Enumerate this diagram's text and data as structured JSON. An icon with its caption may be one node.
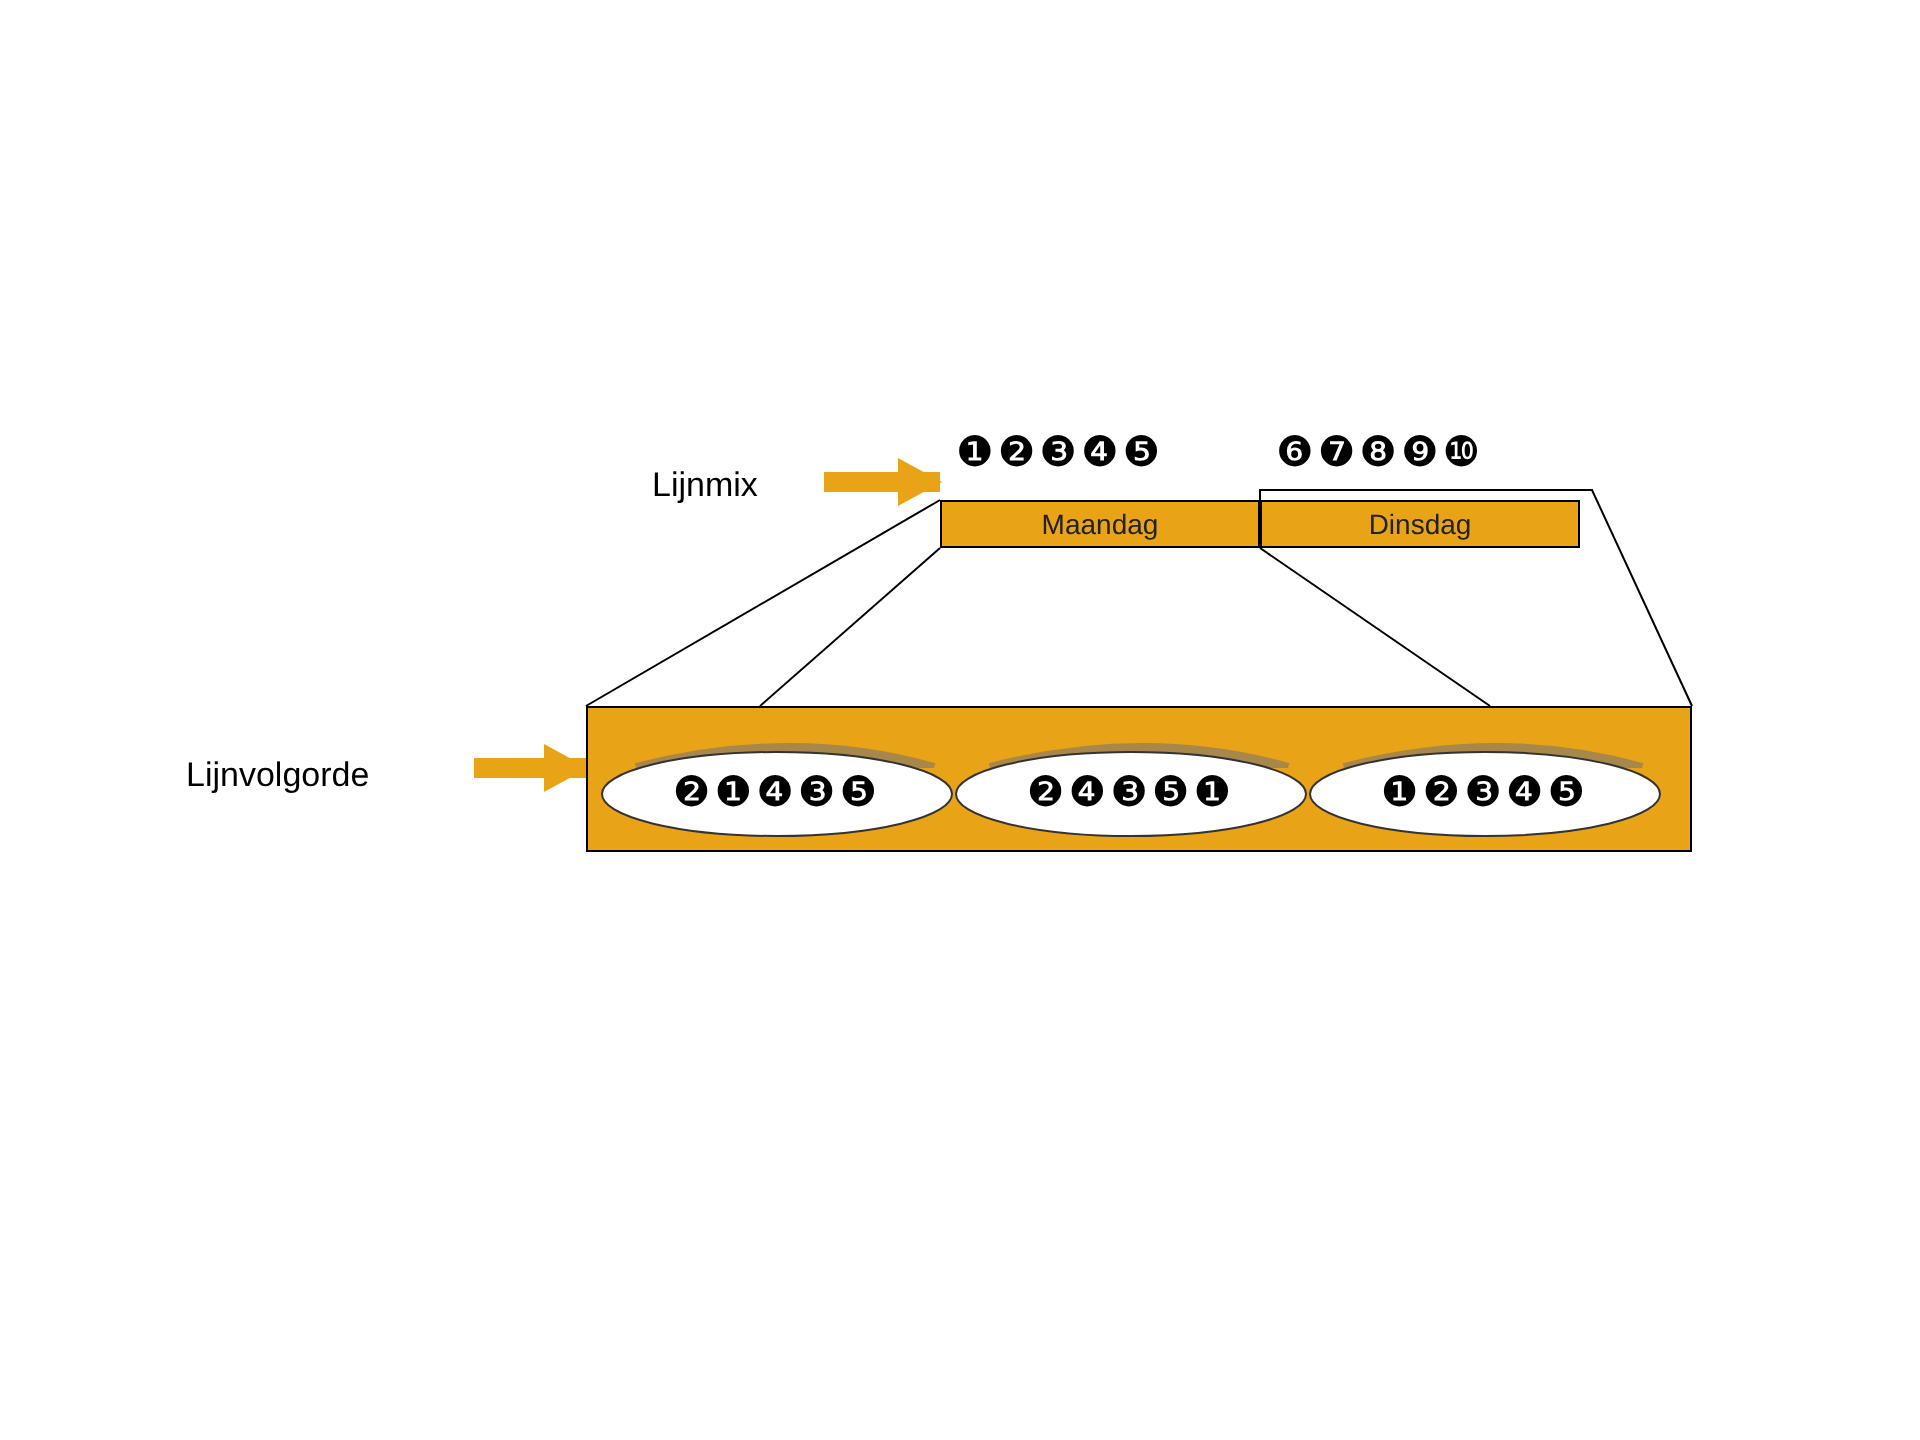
{
  "diagram": {
    "nodes": [
      {
        "text": [
          "Lijnmix"
        ]
      },
      {
        "text": [
          "Maandag"
        ],
        "beside": [
          "❶❷❸❹❺"
        ]
      },
      {
        "text": [
          "Dinsdag"
        ],
        "beside": [
          "❻❼❽❾❿"
        ]
      },
      {
        "text": [
          "Lijnvolgorde"
        ]
      },
      {
        "text": [],
        "shape": "box"
      },
      {
        "text": [
          "❷❶❹❸❺"
        ],
        "in": 4
      },
      {
        "text": [
          "❷❹❸❺❶"
        ],
        "in": 4
      },
      {
        "text": [
          "❶❷❸❹❺"
        ],
        "in": 4
      }
    ],
    "edges": [
      {
        "from": 0,
        "to": 1,
        "arrow": "to",
        "style": "thick",
        "color": "#e8a317"
      },
      {
        "from": 1,
        "to": 4,
        "arrow": "none"
      },
      {
        "from": 1,
        "to": 4,
        "arrow": "none"
      },
      {
        "from": 1,
        "to": 4,
        "arrow": "none"
      },
      {
        "from": 1,
        "to": 4,
        "arrow": "none"
      },
      {
        "from": 3,
        "to": 4,
        "arrow": "to",
        "style": "thick",
        "color": "#e8a317"
      }
    ]
  }
}
